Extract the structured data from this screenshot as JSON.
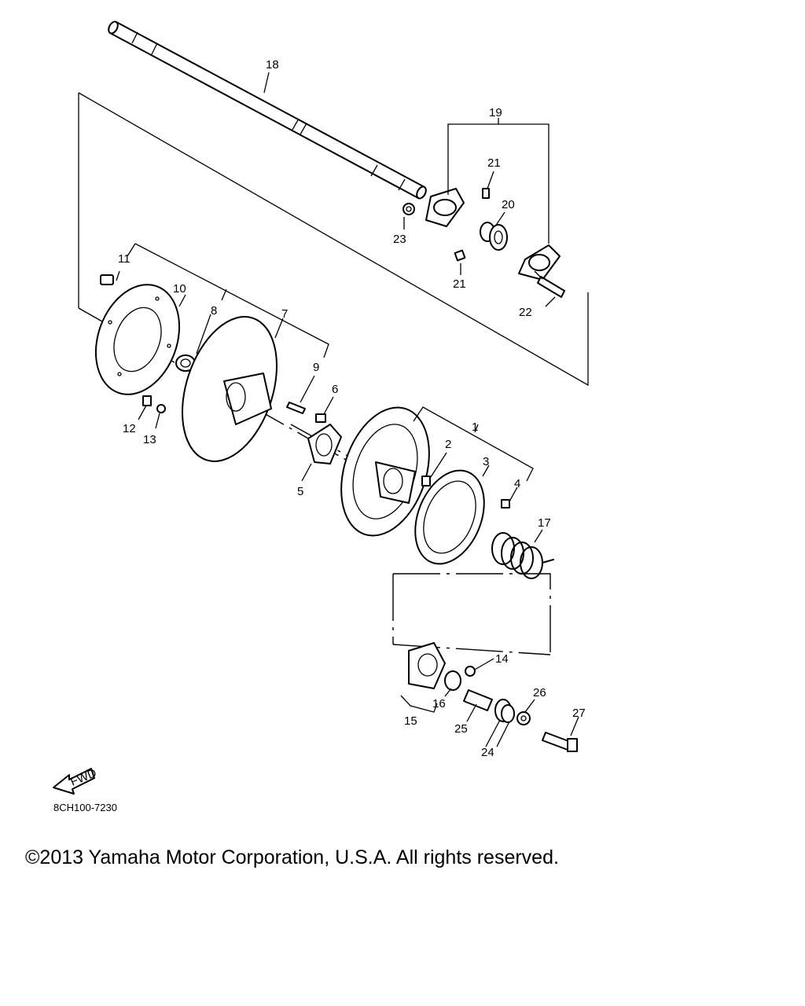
{
  "diagram": {
    "drawing_code": "8CH100-7230",
    "fwd_label": "FWD",
    "callouts": [
      "1",
      "2",
      "3",
      "4",
      "5",
      "6",
      "7",
      "8",
      "9",
      "10",
      "11",
      "12",
      "13",
      "14",
      "15",
      "16",
      "17",
      "18",
      "19",
      "20",
      "21",
      "21",
      "22",
      "23",
      "24",
      "25",
      "26",
      "27"
    ]
  },
  "footer": {
    "copyright": "©2013 Yamaha Motor Corporation, U.S.A. All rights reserved."
  }
}
